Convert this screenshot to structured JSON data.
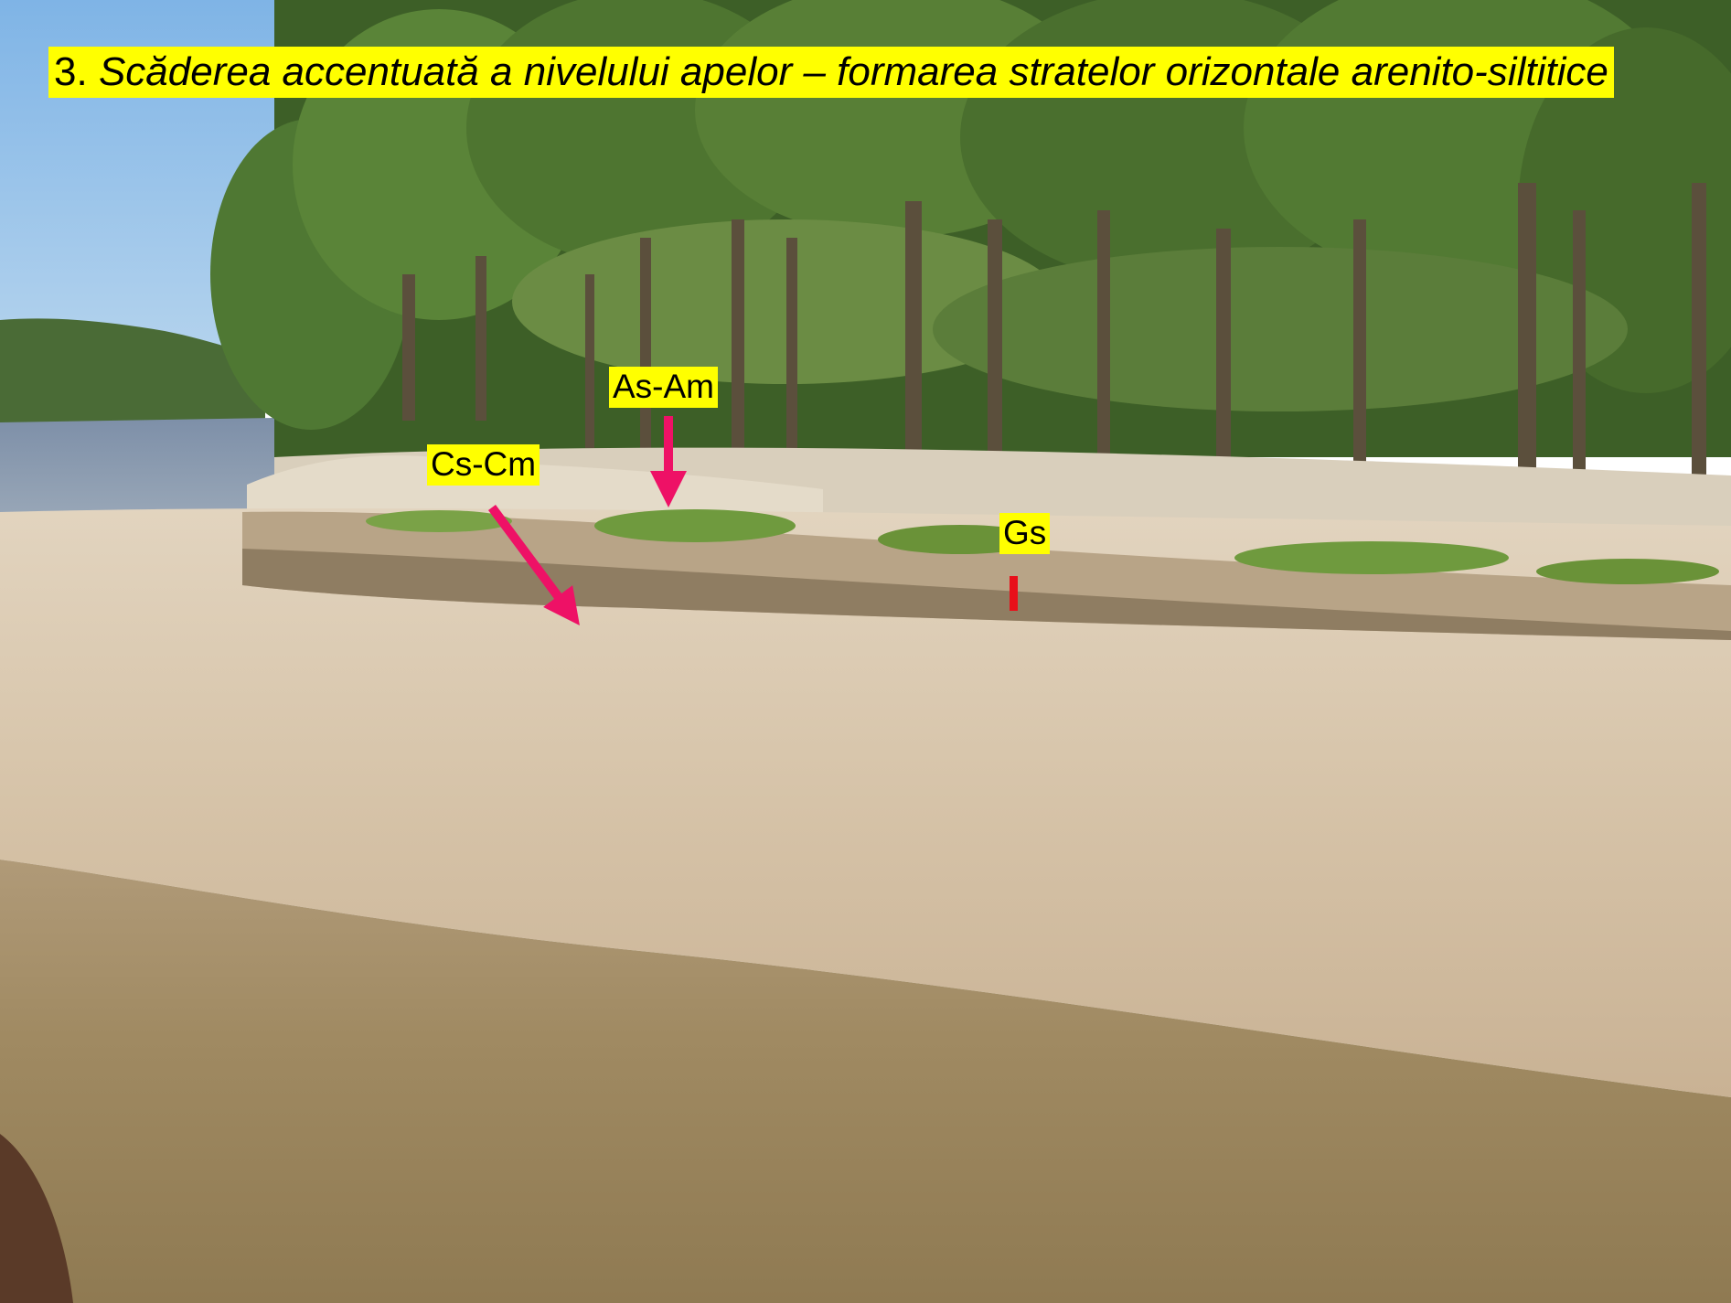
{
  "title": {
    "number": "3.",
    "text": "Scăderea accentuată a nivelului apelor – formarea stratelor orizontale arenito-siltitice"
  },
  "annotations": {
    "as_am": "As-Am",
    "cs_cm": "Cs-Cm",
    "gs": "Gs"
  },
  "colors": {
    "label_background": "#ffff00",
    "arrow": "#ee1166",
    "marker": "#e8101a",
    "sky": "#9cc6ea",
    "river": "#8a9bb0",
    "sand": "#d8c6ad",
    "water_foreground": "#a38d66",
    "trees": "#3f6228"
  }
}
